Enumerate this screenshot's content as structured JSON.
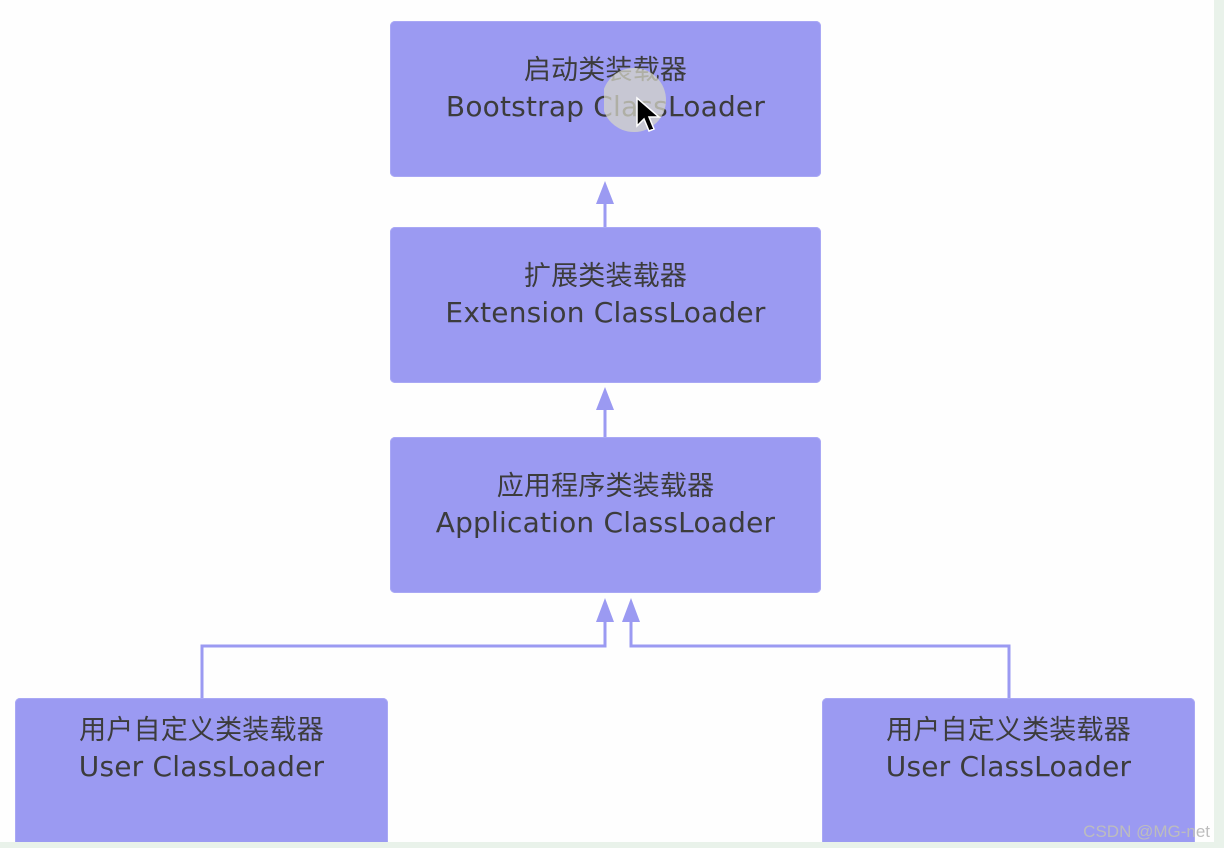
{
  "diagram": {
    "nodes": {
      "bootstrap": {
        "zh": "启动类装载器",
        "en": "Bootstrap ClassLoader"
      },
      "extension": {
        "zh": "扩展类装载器",
        "en": "Extension ClassLoader"
      },
      "application": {
        "zh": "应用程序类装载器",
        "en": "Application ClassLoader"
      },
      "user_left": {
        "zh": "用户自定义类装载器",
        "en": "User ClassLoader"
      },
      "user_right": {
        "zh": "用户自定义类装载器",
        "en": "User ClassLoader"
      }
    },
    "edges": [
      {
        "from": "extension",
        "to": "bootstrap"
      },
      {
        "from": "application",
        "to": "extension"
      },
      {
        "from": "user_left",
        "to": "application"
      },
      {
        "from": "user_right",
        "to": "application"
      }
    ],
    "colors": {
      "box_fill": "#9b9af2",
      "connector": "#9b9af2",
      "text": "#3c3c3c"
    }
  },
  "overlay": {
    "cursor_icon": "arrow-pointer-icon"
  },
  "watermark": "CSDN @MG-net"
}
